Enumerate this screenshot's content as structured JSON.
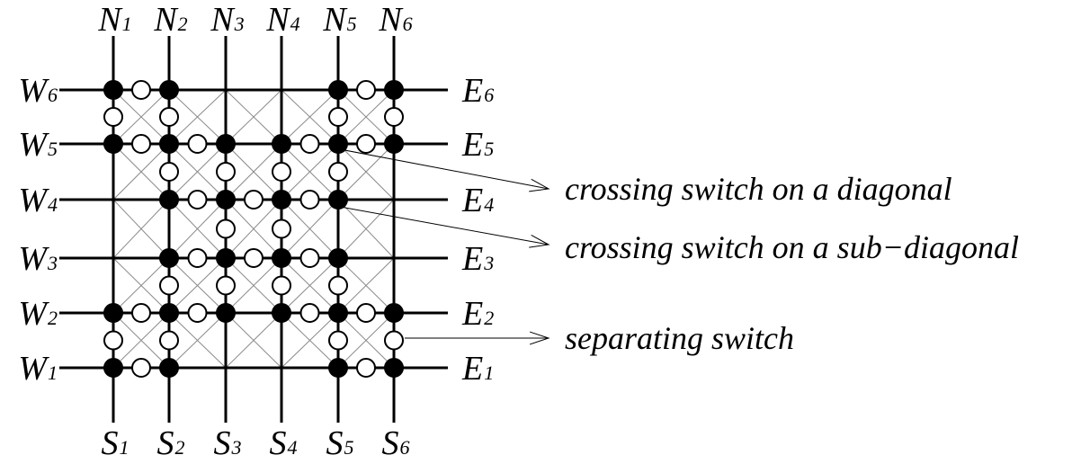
{
  "terminals": {
    "north": [
      {
        "letter": "N",
        "index": "1"
      },
      {
        "letter": "N",
        "index": "2"
      },
      {
        "letter": "N",
        "index": "3"
      },
      {
        "letter": "N",
        "index": "4"
      },
      {
        "letter": "N",
        "index": "5"
      },
      {
        "letter": "N",
        "index": "6"
      }
    ],
    "south": [
      {
        "letter": "S",
        "index": "1"
      },
      {
        "letter": "S",
        "index": "2"
      },
      {
        "letter": "S",
        "index": "3"
      },
      {
        "letter": "S",
        "index": "4"
      },
      {
        "letter": "S",
        "index": "5"
      },
      {
        "letter": "S",
        "index": "6"
      }
    ],
    "west": [
      {
        "letter": "W",
        "index": "6"
      },
      {
        "letter": "W",
        "index": "5"
      },
      {
        "letter": "W",
        "index": "4"
      },
      {
        "letter": "W",
        "index": "3"
      },
      {
        "letter": "W",
        "index": "2"
      },
      {
        "letter": "W",
        "index": "1"
      }
    ],
    "east": [
      {
        "letter": "E",
        "index": "6"
      },
      {
        "letter": "E",
        "index": "5"
      },
      {
        "letter": "E",
        "index": "4"
      },
      {
        "letter": "E",
        "index": "3"
      },
      {
        "letter": "E",
        "index": "2"
      },
      {
        "letter": "E",
        "index": "1"
      }
    ]
  },
  "annotations": [
    {
      "text": "crossing switch on a diagonal"
    },
    {
      "text": "crossing switch on a sub−diagonal"
    },
    {
      "text": "separating switch"
    }
  ],
  "grid": {
    "columns": [
      "N1/S1",
      "N2/S2",
      "N3/S3",
      "N4/S4",
      "N5/S5",
      "N6/S6"
    ],
    "rows": [
      "W6/E6",
      "W5/E5",
      "W4/E4",
      "W3/E3",
      "W2/E2",
      "W1/E1"
    ],
    "filled_nodes": [
      [
        0,
        0
      ],
      [
        0,
        1
      ],
      [
        0,
        4
      ],
      [
        0,
        5
      ],
      [
        1,
        0
      ],
      [
        1,
        1
      ],
      [
        1,
        2
      ],
      [
        1,
        3
      ],
      [
        1,
        4
      ],
      [
        1,
        5
      ],
      [
        2,
        1
      ],
      [
        2,
        2
      ],
      [
        2,
        3
      ],
      [
        2,
        4
      ],
      [
        3,
        1
      ],
      [
        3,
        2
      ],
      [
        3,
        3
      ],
      [
        3,
        4
      ],
      [
        4,
        0
      ],
      [
        4,
        1
      ],
      [
        4,
        2
      ],
      [
        4,
        3
      ],
      [
        4,
        4
      ],
      [
        4,
        5
      ],
      [
        5,
        0
      ],
      [
        5,
        1
      ],
      [
        5,
        4
      ],
      [
        5,
        5
      ]
    ],
    "horizontal_switches": [
      [
        0,
        0
      ],
      [
        0,
        4
      ],
      [
        1,
        0
      ],
      [
        1,
        1
      ],
      [
        1,
        3
      ],
      [
        1,
        4
      ],
      [
        2,
        1
      ],
      [
        2,
        2
      ],
      [
        2,
        3
      ],
      [
        3,
        1
      ],
      [
        3,
        2
      ],
      [
        3,
        3
      ],
      [
        4,
        0
      ],
      [
        4,
        1
      ],
      [
        4,
        3
      ],
      [
        4,
        4
      ],
      [
        5,
        0
      ],
      [
        5,
        4
      ]
    ],
    "vertical_switches": [
      [
        0,
        0
      ],
      [
        0,
        1
      ],
      [
        0,
        4
      ],
      [
        0,
        5
      ],
      [
        1,
        1
      ],
      [
        1,
        2
      ],
      [
        1,
        3
      ],
      [
        1,
        4
      ],
      [
        2,
        2
      ],
      [
        2,
        3
      ],
      [
        3,
        1
      ],
      [
        3,
        2
      ],
      [
        3,
        3
      ],
      [
        3,
        4
      ],
      [
        4,
        0
      ],
      [
        4,
        1
      ],
      [
        4,
        4
      ],
      [
        4,
        5
      ]
    ]
  },
  "colors": {
    "ink": "#000000",
    "diagonal": "#8a8a8a",
    "background": "#ffffff"
  }
}
